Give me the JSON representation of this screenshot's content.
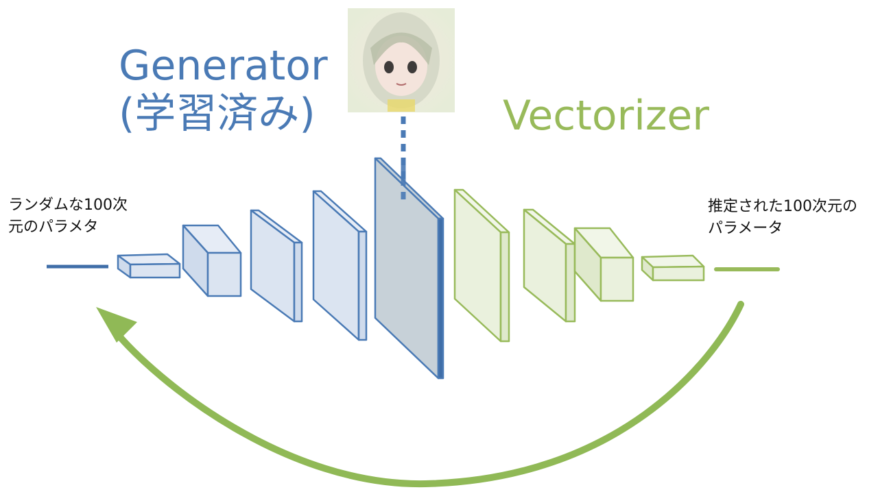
{
  "diagram": {
    "generator_title": [
      "Generator",
      "(学習済み)"
    ],
    "vectorizer_title": "Vectorizer",
    "input_label": [
      "ランダムな100次",
      "元のパラメタ"
    ],
    "output_label": [
      "推定された100次元の",
      "パラメータ"
    ],
    "colors": {
      "generator": "#4a7ab5",
      "generator_fill": "#dbe4f1",
      "generator_center_fill": "#c7d1d8",
      "vectorizer": "#98ba5a",
      "vectorizer_fill": "#eaf1dd",
      "loop_arrow": "#90b956"
    },
    "image_icon": "generated-anime-face-image"
  }
}
